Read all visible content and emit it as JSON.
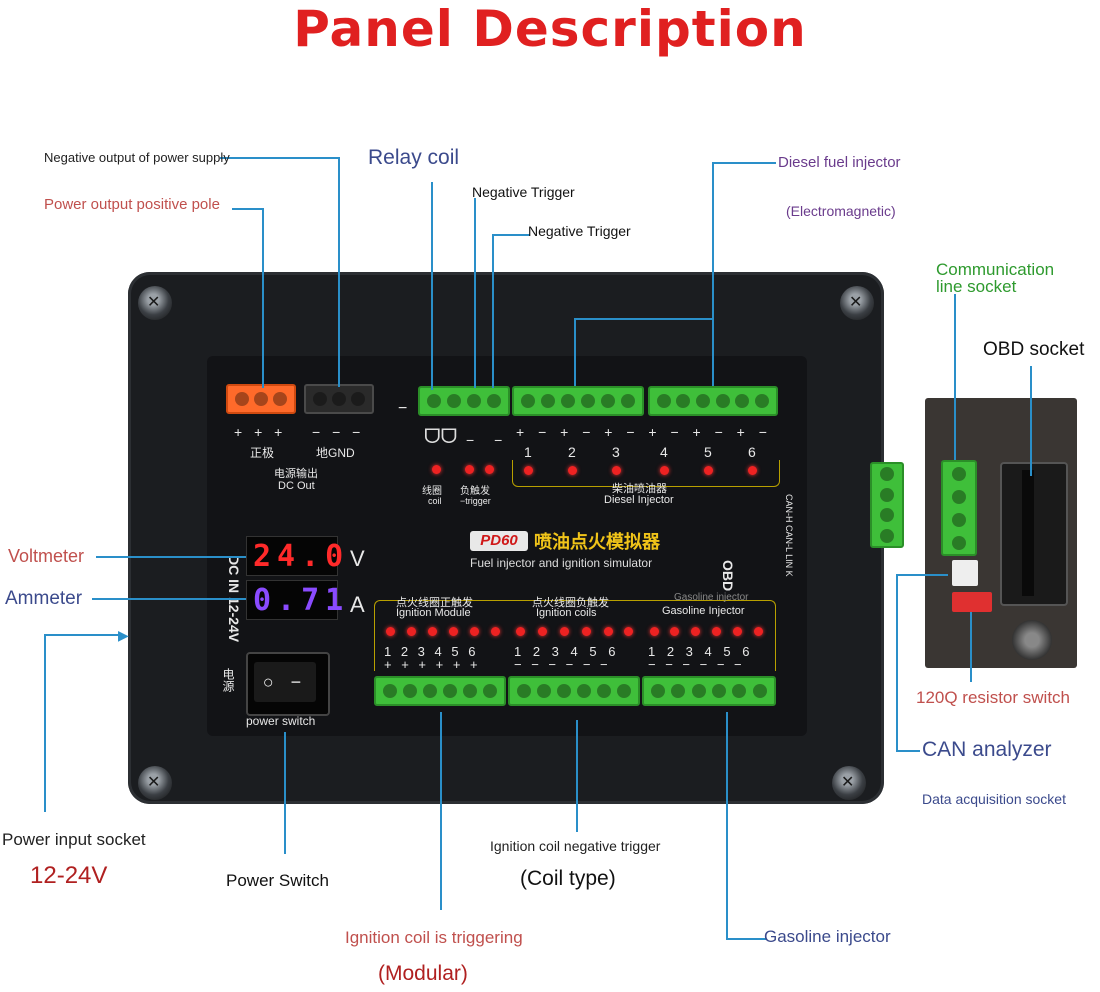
{
  "title": "Panel Description",
  "labels": {
    "neg_output": "Negative output of power supply",
    "pos_output": "Power output positive pole",
    "relay_coil": "Relay coil",
    "neg_trigger_1": "Negative Trigger",
    "neg_trigger_2": "Negative Trigger",
    "diesel_injector": "Diesel fuel injector",
    "electromagnetic": "(Electromagnetic)",
    "comm_line_1": "Communication",
    "comm_line_2": "line socket",
    "obd_socket": "OBD socket",
    "voltmeter": "Voltmeter",
    "ammeter": "Ammeter",
    "resistor_switch": "120Q resistor switch",
    "can_analyzer": "CAN analyzer",
    "data_acq": "Data acquisition socket",
    "power_input": "Power input socket",
    "voltage_range": "12-24V",
    "power_switch": "Power Switch",
    "coil_neg_trigger": "Ignition coil negative trigger",
    "coil_type": "(Coil type)",
    "coil_triggering": "Ignition coil is triggering",
    "modular": "(Modular)",
    "gasoline_injector": "Gasoline injector"
  },
  "panel": {
    "pos_label": "正极",
    "gnd_label": "地GND",
    "dc_out_cn": "电源输出",
    "dc_out": "DC Out",
    "pos_signs": "+ + +",
    "neg_signs": "− − −",
    "minus": "−",
    "coil_signs": "− −",
    "coil_cn": "线圈",
    "coil": "coil",
    "neg_trig_cn": "负触发",
    "neg_trig": "−trigger",
    "diesel_signs": "+ − + − + − + − + − + −",
    "diesel_nums": [
      "1",
      "2",
      "3",
      "4",
      "5",
      "6"
    ],
    "diesel_cn": "柴油喷油器",
    "diesel_en": "Diesel Injector",
    "model": "PD60",
    "product_cn": "喷油点火模拟器",
    "product_en": "Fuel injector and ignition simulator",
    "obd": "OBD",
    "can_pins": "CAN-H CAN-L LIN K",
    "voltage_reading": "24.0",
    "volt_unit": "V",
    "current_reading": "0.71",
    "amp_unit": "A",
    "dc_in": "DC IN 12-24V",
    "power_cn": "电源",
    "switch_marks": "○ −",
    "power_switch": "power switch",
    "ign_module_cn": "点火线圈正触发",
    "ign_module": "Ignition Module",
    "ign_coils_cn": "点火线圈负触发",
    "ign_coils": "Ignition coils",
    "gas_faint": "Gasoline injector",
    "gas_injector": "Gasoline Injector",
    "nums": "1 2 3 4 5 6",
    "plus_row": "+ + + + + +",
    "minus_row": "− − − − − −"
  }
}
